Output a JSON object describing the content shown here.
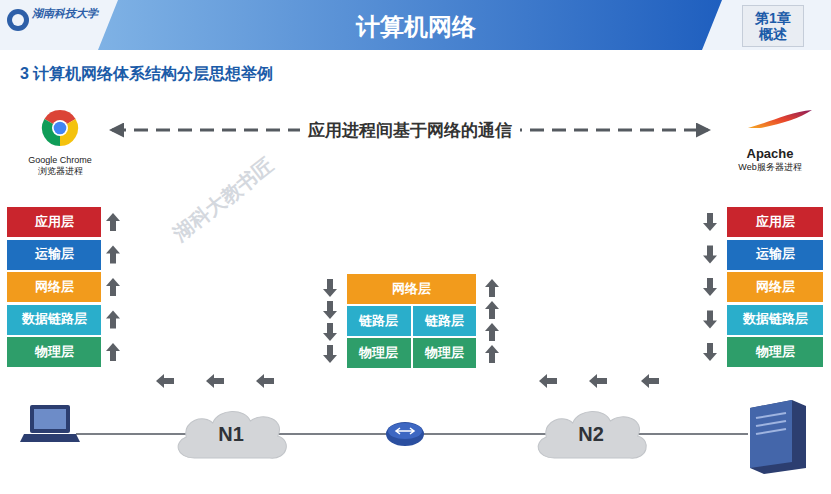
{
  "diagram": {
    "title": "计算机网络",
    "nodes": [
      {
        "text": [
          "第1章",
          "概述"
        ]
      },
      {
        "text": [
          "Google Chrome",
          "浏览器进程"
        ]
      },
      {
        "text": [
          "Apache",
          "Web服务器进程"
        ]
      },
      {
        "text": [
          "应用层"
        ]
      },
      {
        "text": [
          "运输层"
        ]
      },
      {
        "text": [
          "网络层"
        ]
      },
      {
        "text": [
          "数据链路层"
        ]
      },
      {
        "text": [
          "物理层"
        ]
      },
      {
        "text": [
          "网络层"
        ]
      },
      {
        "text": [
          "链路层"
        ]
      },
      {
        "text": [
          "链路层"
        ]
      },
      {
        "text": [
          "物理层"
        ]
      },
      {
        "text": [
          "物理层"
        ]
      },
      {
        "text": [
          "应用层"
        ]
      },
      {
        "text": [
          "运输层"
        ]
      },
      {
        "text": [
          "网络层"
        ]
      },
      {
        "text": [
          "数据链路层"
        ]
      },
      {
        "text": [
          "物理层"
        ]
      },
      {
        "text": [
          "N1"
        ]
      },
      {
        "text": [
          "N2"
        ]
      }
    ],
    "edges": [
      {
        "from": 1,
        "to": 2,
        "label": "应用进程间基于网络的通信",
        "arrow": "both"
      }
    ],
    "labels": [
      "湖南科技大学",
      "3 计算机网络体系结构分层思想举例",
      "湖科大教书匠"
    ]
  }
}
